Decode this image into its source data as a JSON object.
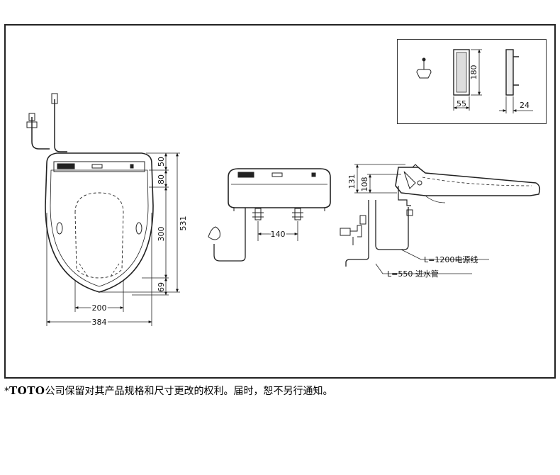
{
  "drawing": {
    "front_view": {
      "dims": {
        "d50": "50",
        "d80": "80",
        "d300": "300",
        "d531": "531",
        "d69": "69",
        "d200": "200",
        "d384": "384"
      }
    },
    "rear_view": {
      "dims": {
        "d140": "140"
      }
    },
    "side_view": {
      "dims": {
        "d131": "131",
        "d108": "108"
      },
      "callouts": {
        "power_cord": "L=1200电源线",
        "water_hose": "L=550 进水管"
      }
    },
    "remote_inset": {
      "dims": {
        "d180": "180",
        "d55": "55",
        "d24": "24"
      }
    }
  },
  "footer": {
    "asterisk": "*",
    "brand": "TOTO",
    "text": "公司保留对其产品规格和尺寸更改的权利。届时，恕不另行通知。"
  }
}
